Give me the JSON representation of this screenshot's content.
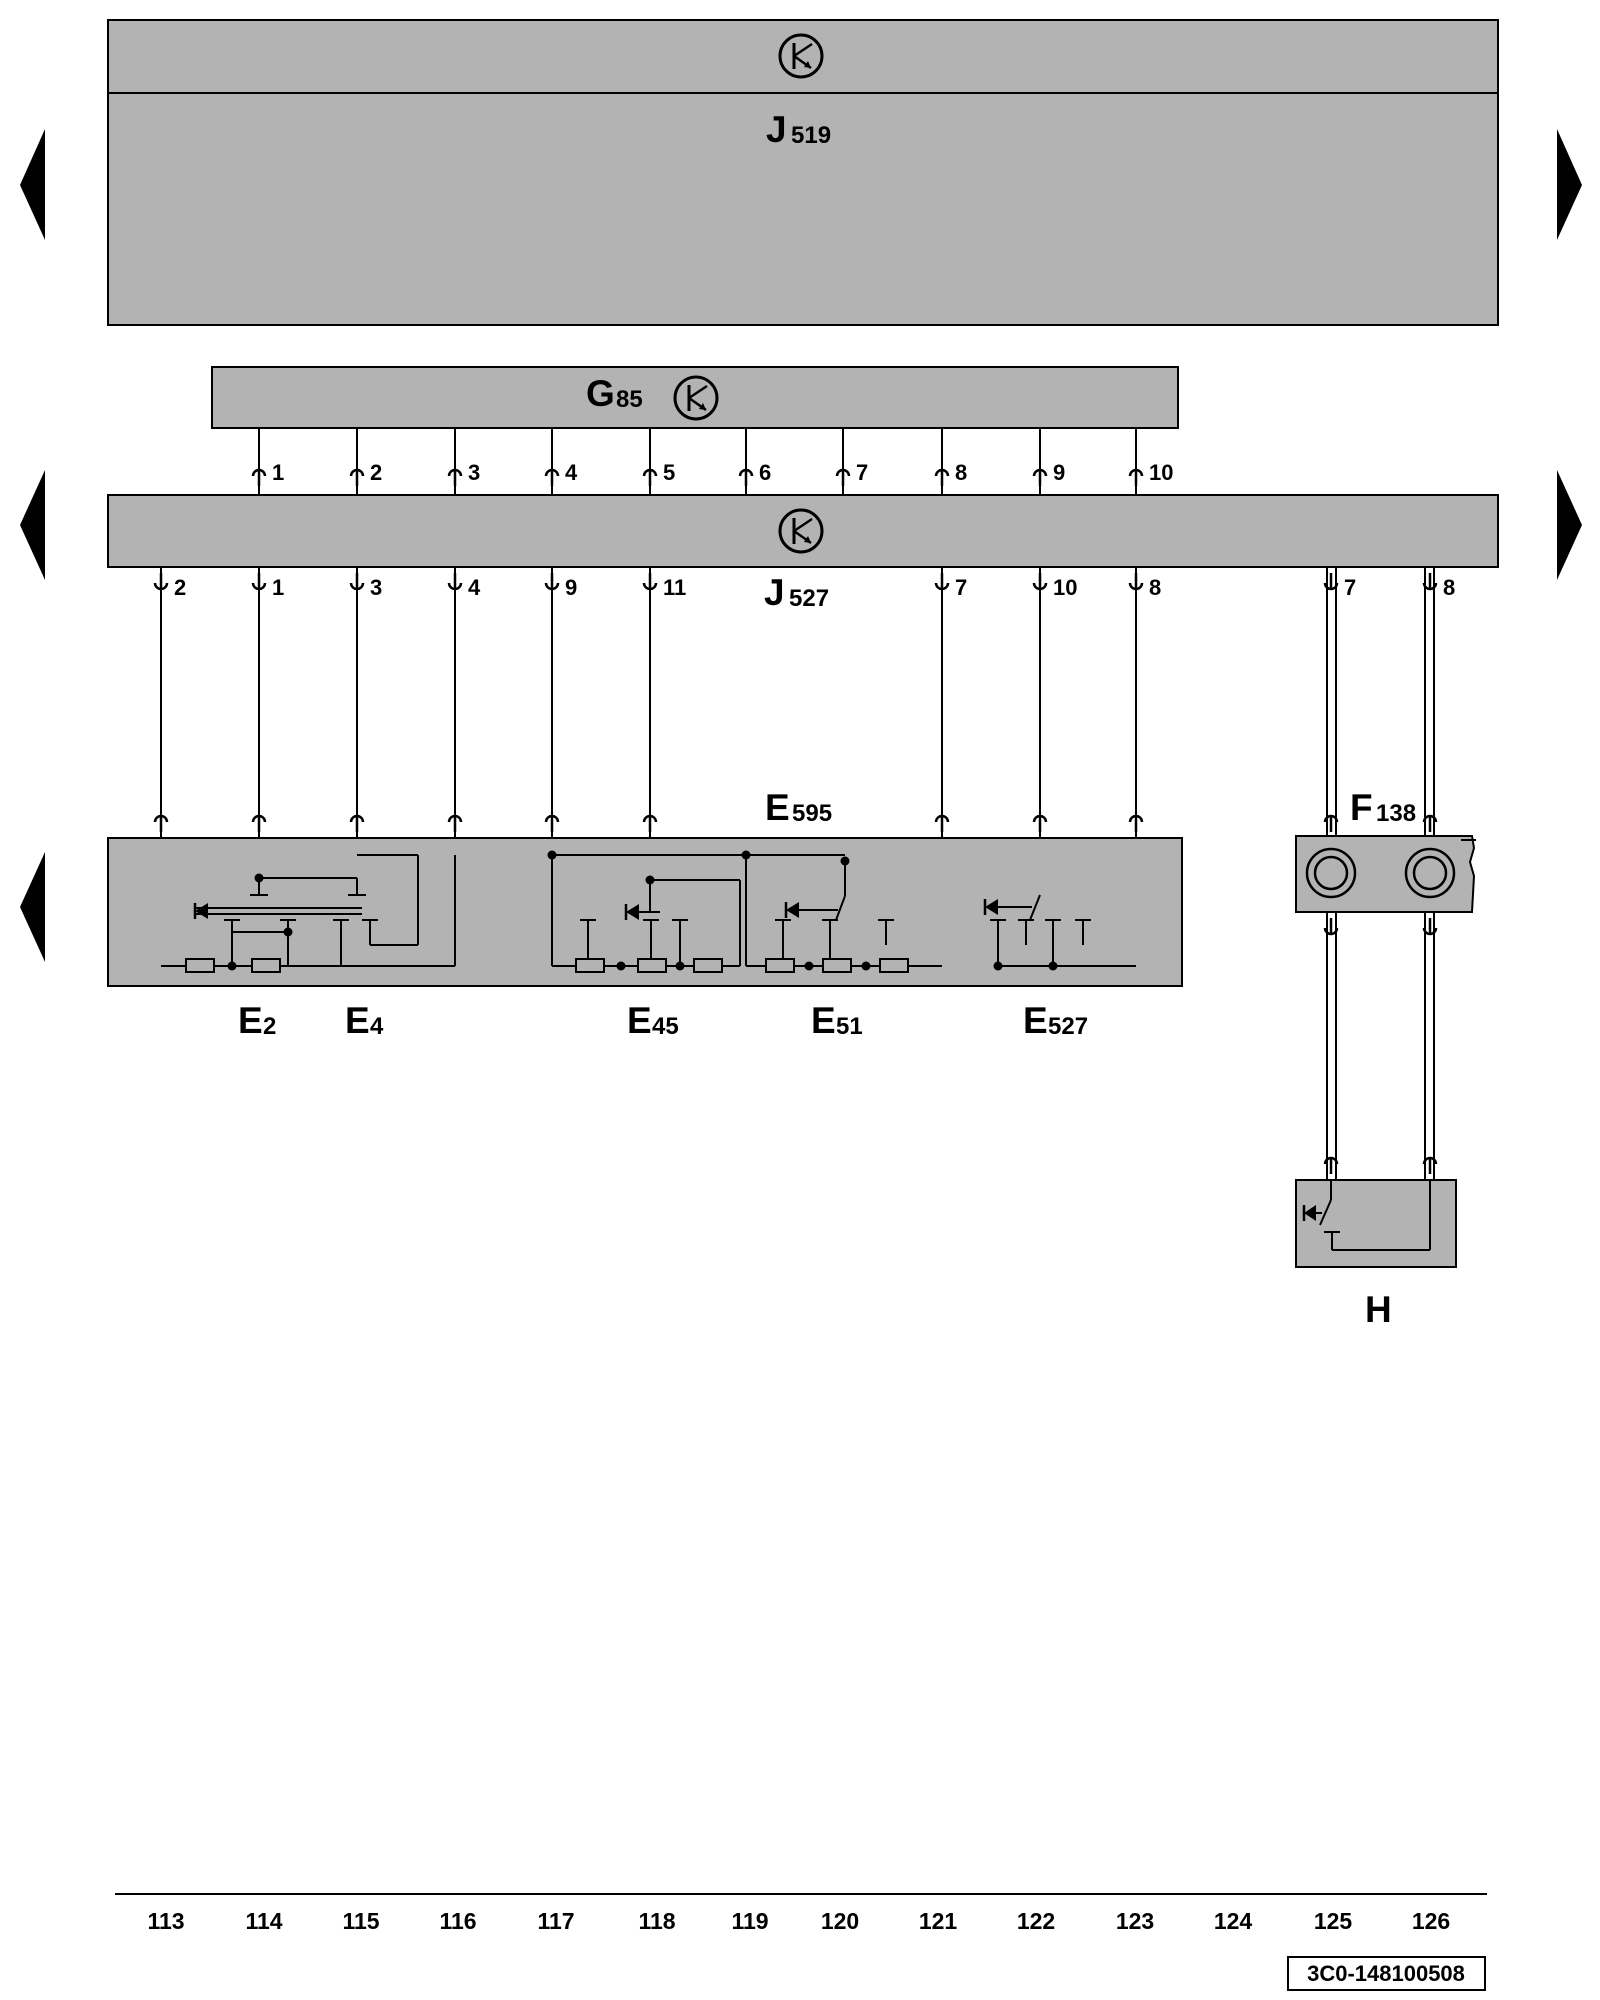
{
  "components": {
    "j519": {
      "letter": "J",
      "sub": "519"
    },
    "g85": {
      "letter": "G",
      "sub": "85"
    },
    "j527": {
      "letter": "J",
      "sub": "527"
    },
    "e595": {
      "letter": "E",
      "sub": "595"
    },
    "e2": {
      "letter": "E",
      "sub": "2"
    },
    "e4": {
      "letter": "E",
      "sub": "4"
    },
    "e45": {
      "letter": "E",
      "sub": "45"
    },
    "e51": {
      "letter": "E",
      "sub": "51"
    },
    "e527": {
      "letter": "E",
      "sub": "527"
    },
    "f138": {
      "letter": "F",
      "sub": "138"
    },
    "h": {
      "letter": "H",
      "sub": ""
    }
  },
  "g85_pins": [
    "1",
    "2",
    "3",
    "4",
    "5",
    "6",
    "7",
    "8",
    "9",
    "10"
  ],
  "j527_pins": [
    "2",
    "1",
    "3",
    "4",
    "9",
    "11",
    "7",
    "10",
    "8",
    "7",
    "8"
  ],
  "grid_numbers": [
    "113",
    "114",
    "115",
    "116",
    "117",
    "118",
    "119",
    "120",
    "121",
    "122",
    "123",
    "124",
    "125",
    "126"
  ],
  "doc_id": "3C0-148100508",
  "colors": {
    "box_fill": "#b3b3b3",
    "line": "#000000",
    "background": "#ffffff"
  },
  "icons": {
    "bus_connector": "transistor-circle-icon",
    "page_nav": "triangle-arrow-icon"
  }
}
